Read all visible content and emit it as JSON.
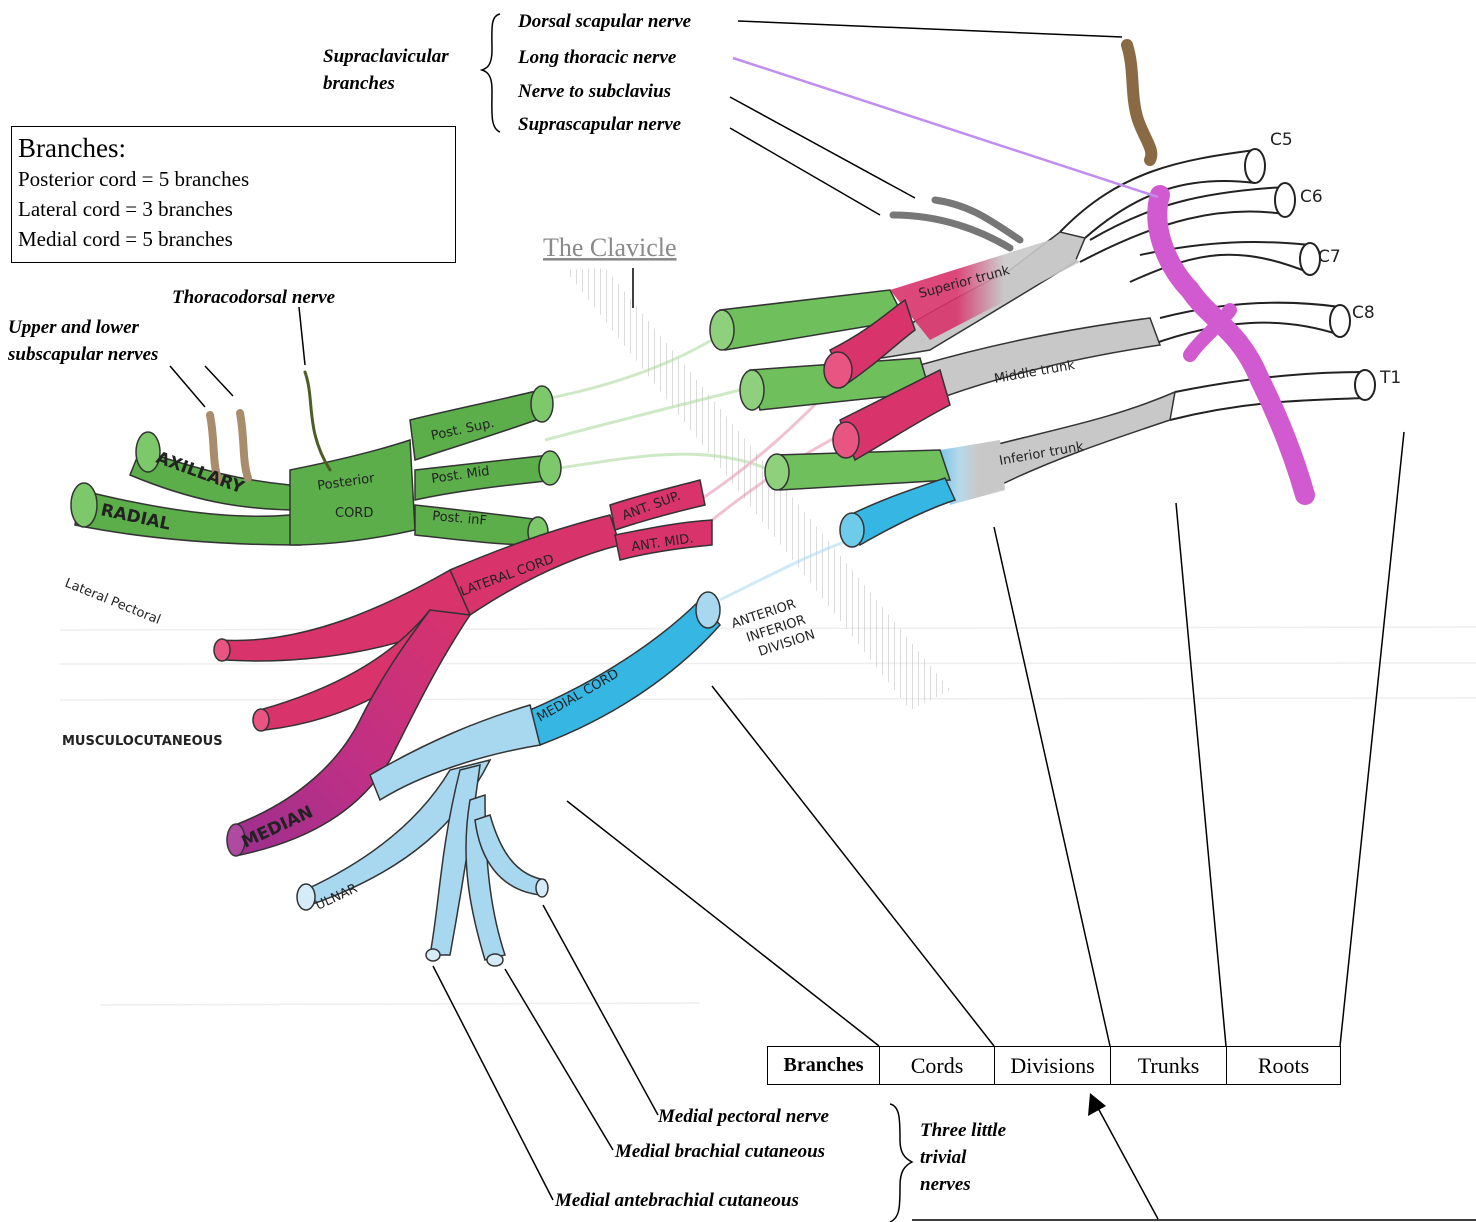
{
  "summary_box": {
    "title": "Branches:",
    "rows": [
      "Posterior cord = 5 branches",
      "Lateral cord = 3 branches",
      "Medial cord = 5 branches"
    ]
  },
  "clavicle_label": "The Clavicle",
  "supraclavicular": {
    "group_label_line1": "Supraclavicular",
    "group_label_line2": "branches",
    "nerves": [
      "Dorsal scapular nerve",
      "Long thoracic nerve",
      "Nerve to subclavius",
      "Suprascapular nerve"
    ]
  },
  "left_labels": {
    "thoracodorsal": "Thoracodorsal nerve",
    "subscapular_line1": "Upper and lower",
    "subscapular_line2": "subscapular nerves"
  },
  "roots": [
    "C5",
    "C6",
    "C7",
    "C8",
    "T1"
  ],
  "trunks": [
    "Superior trunk",
    "Middle trunk",
    "Inferior trunk"
  ],
  "divisions": {
    "posterior": [
      "Post. Sup.",
      "Post. Mid",
      "Post. inF"
    ],
    "anterior": [
      "ANT. SUP.",
      "ANT. MID."
    ],
    "anterior_inferior": [
      "ANTERIOR",
      "INFERIOR",
      "DIVISION"
    ]
  },
  "cords": {
    "posterior_line1": "Posterior",
    "posterior_line2": "CORD",
    "lateral": "LATERAL CORD",
    "medial": "MEDIAL CORD"
  },
  "branches": {
    "axillary": "AXILLARY",
    "radial": "RADIAL",
    "lateral_pectoral": "Lateral Pectoral",
    "musculocutaneous": "MUSCULOCUTANEOUS",
    "median": "MEDIAN",
    "ulnar": "ULNAR"
  },
  "medial_small": {
    "nerves": [
      "Medial pectoral nerve",
      "Medial brachial cutaneous",
      "Medial antebrachial cutaneous"
    ],
    "group_line1": "Three little",
    "group_line2": "trivial",
    "group_line3": "nerves"
  },
  "segments_table": [
    "Branches",
    "Cords",
    "Divisions",
    "Trunks",
    "Roots"
  ],
  "colors": {
    "posterior": "#5cae4a",
    "posterior_light": "#a9d89a",
    "lateral": "#d8336b",
    "medial": "#36b6e3",
    "medial_light": "#a8d8f0",
    "trunk": "#c8c8c8",
    "median": "#9b2f8e",
    "long_thoracic": "#d25ad0",
    "dorsal_scapular": "#8a6a45",
    "thoracodorsal": "#4c5e23",
    "pointer_purple": "#c08ef0"
  }
}
